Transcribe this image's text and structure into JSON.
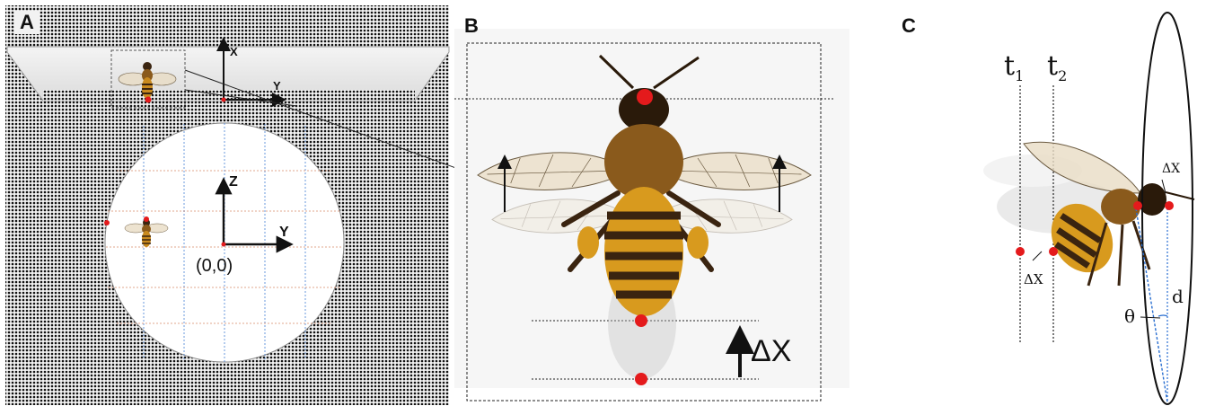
{
  "panels": {
    "a": {
      "letter": "A",
      "top_axes": {
        "x": "X",
        "y": "Y"
      },
      "arena_axes": {
        "z": "Z",
        "y": "Y",
        "origin": "(0,0)"
      }
    },
    "b": {
      "letter": "B",
      "delta_label": "ΔX"
    },
    "c": {
      "letter": "C",
      "t1_base": "t",
      "t1_sub": "1",
      "t2_base": "t",
      "t2_sub": "2",
      "delta_top": "ΔX",
      "delta_bottom": "ΔX",
      "theta": "θ",
      "d": "d"
    }
  },
  "colors": {
    "marker": "#e41a1c",
    "mesh_dark": "#111111",
    "guide": "#2a6fd1",
    "bee_body": "#c98a1e",
    "bee_stripe": "#3a2410"
  }
}
